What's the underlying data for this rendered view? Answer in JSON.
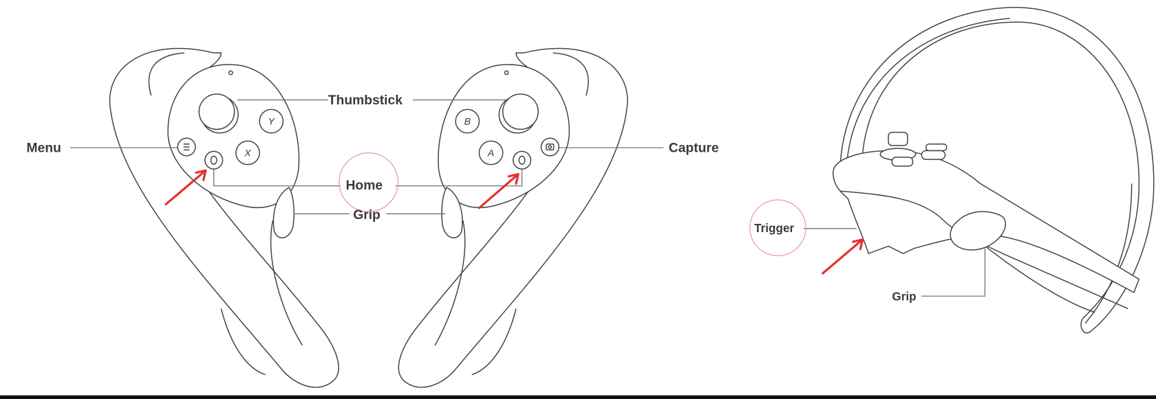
{
  "labels": {
    "thumbstick": "Thumbstick",
    "menu": "Menu",
    "home": "Home",
    "grip": "Grip",
    "capture": "Capture",
    "trigger": "Trigger",
    "grip_side": "Grip"
  },
  "buttons": {
    "y": "Y",
    "x": "X",
    "b": "B",
    "a": "A"
  },
  "colors": {
    "highlight": "#e53030",
    "outline": "#444444",
    "bottom_bar": "#111111"
  }
}
